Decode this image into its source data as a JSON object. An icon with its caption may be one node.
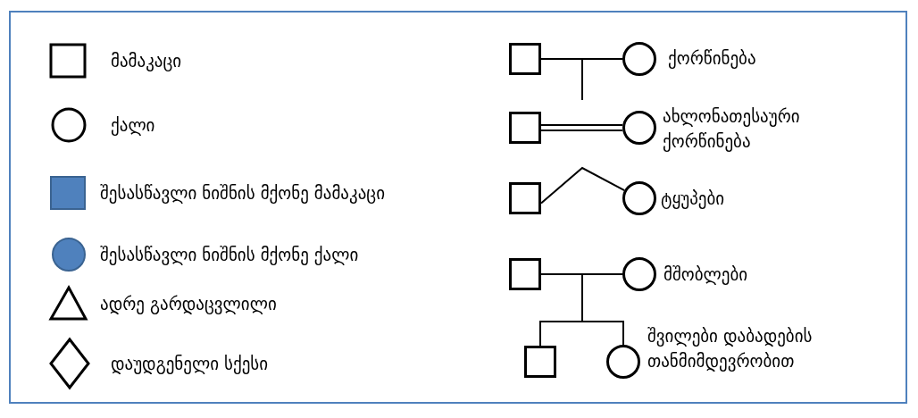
{
  "diagram": {
    "nodes": [
      {
        "text": [],
        "shape": "box"
      },
      {
        "text": [],
        "shape": "circle",
        "beside": [
          "ქორწინება"
        ]
      },
      {
        "text": [],
        "shape": "box"
      },
      {
        "text": [],
        "shape": "circle",
        "beside": [
          "ახლონათესაური ქორწინება"
        ]
      },
      {
        "text": [],
        "shape": "box"
      },
      {
        "text": [],
        "shape": "circle",
        "beside": [
          "ტყუპები"
        ]
      },
      {
        "text": [],
        "shape": "box"
      },
      {
        "text": [],
        "shape": "circle",
        "beside": [
          "მშობლები"
        ]
      },
      {
        "text": [],
        "shape": "box"
      },
      {
        "text": [],
        "shape": "circle",
        "beside": [
          "შვილები დაბადების თანმიმდევრობით"
        ]
      }
    ],
    "edges": [
      {
        "from": 0,
        "to": 1,
        "arrow": "none"
      },
      {
        "from": 2,
        "to": 3,
        "arrow": "none"
      },
      {
        "from": 4,
        "to": 5,
        "arrow": "none"
      },
      {
        "from": 6,
        "to": 7,
        "arrow": "none"
      },
      {
        "from": 6,
        "to": 8,
        "arrow": "none"
      },
      {
        "from": 6,
        "to": 9,
        "arrow": "none"
      },
      {
        "from": 7,
        "to": 8,
        "arrow": "none"
      },
      {
        "from": 7,
        "to": 9,
        "arrow": "none"
      }
    ],
    "legend": [
      {
        "text": "მამაკაცი"
      },
      {
        "text": "ქალი"
      },
      {
        "text": "შესასწავლი ნიშნის მქონე მამაკაცი",
        "color": "#4f81bd"
      },
      {
        "text": "შესასწავლი ნიშნის მქონე ქალი",
        "color": "#4f81bd"
      },
      {
        "text": "ადრე გარდაცვლილი"
      },
      {
        "text": "დაუდგენელი სქესი"
      }
    ]
  }
}
